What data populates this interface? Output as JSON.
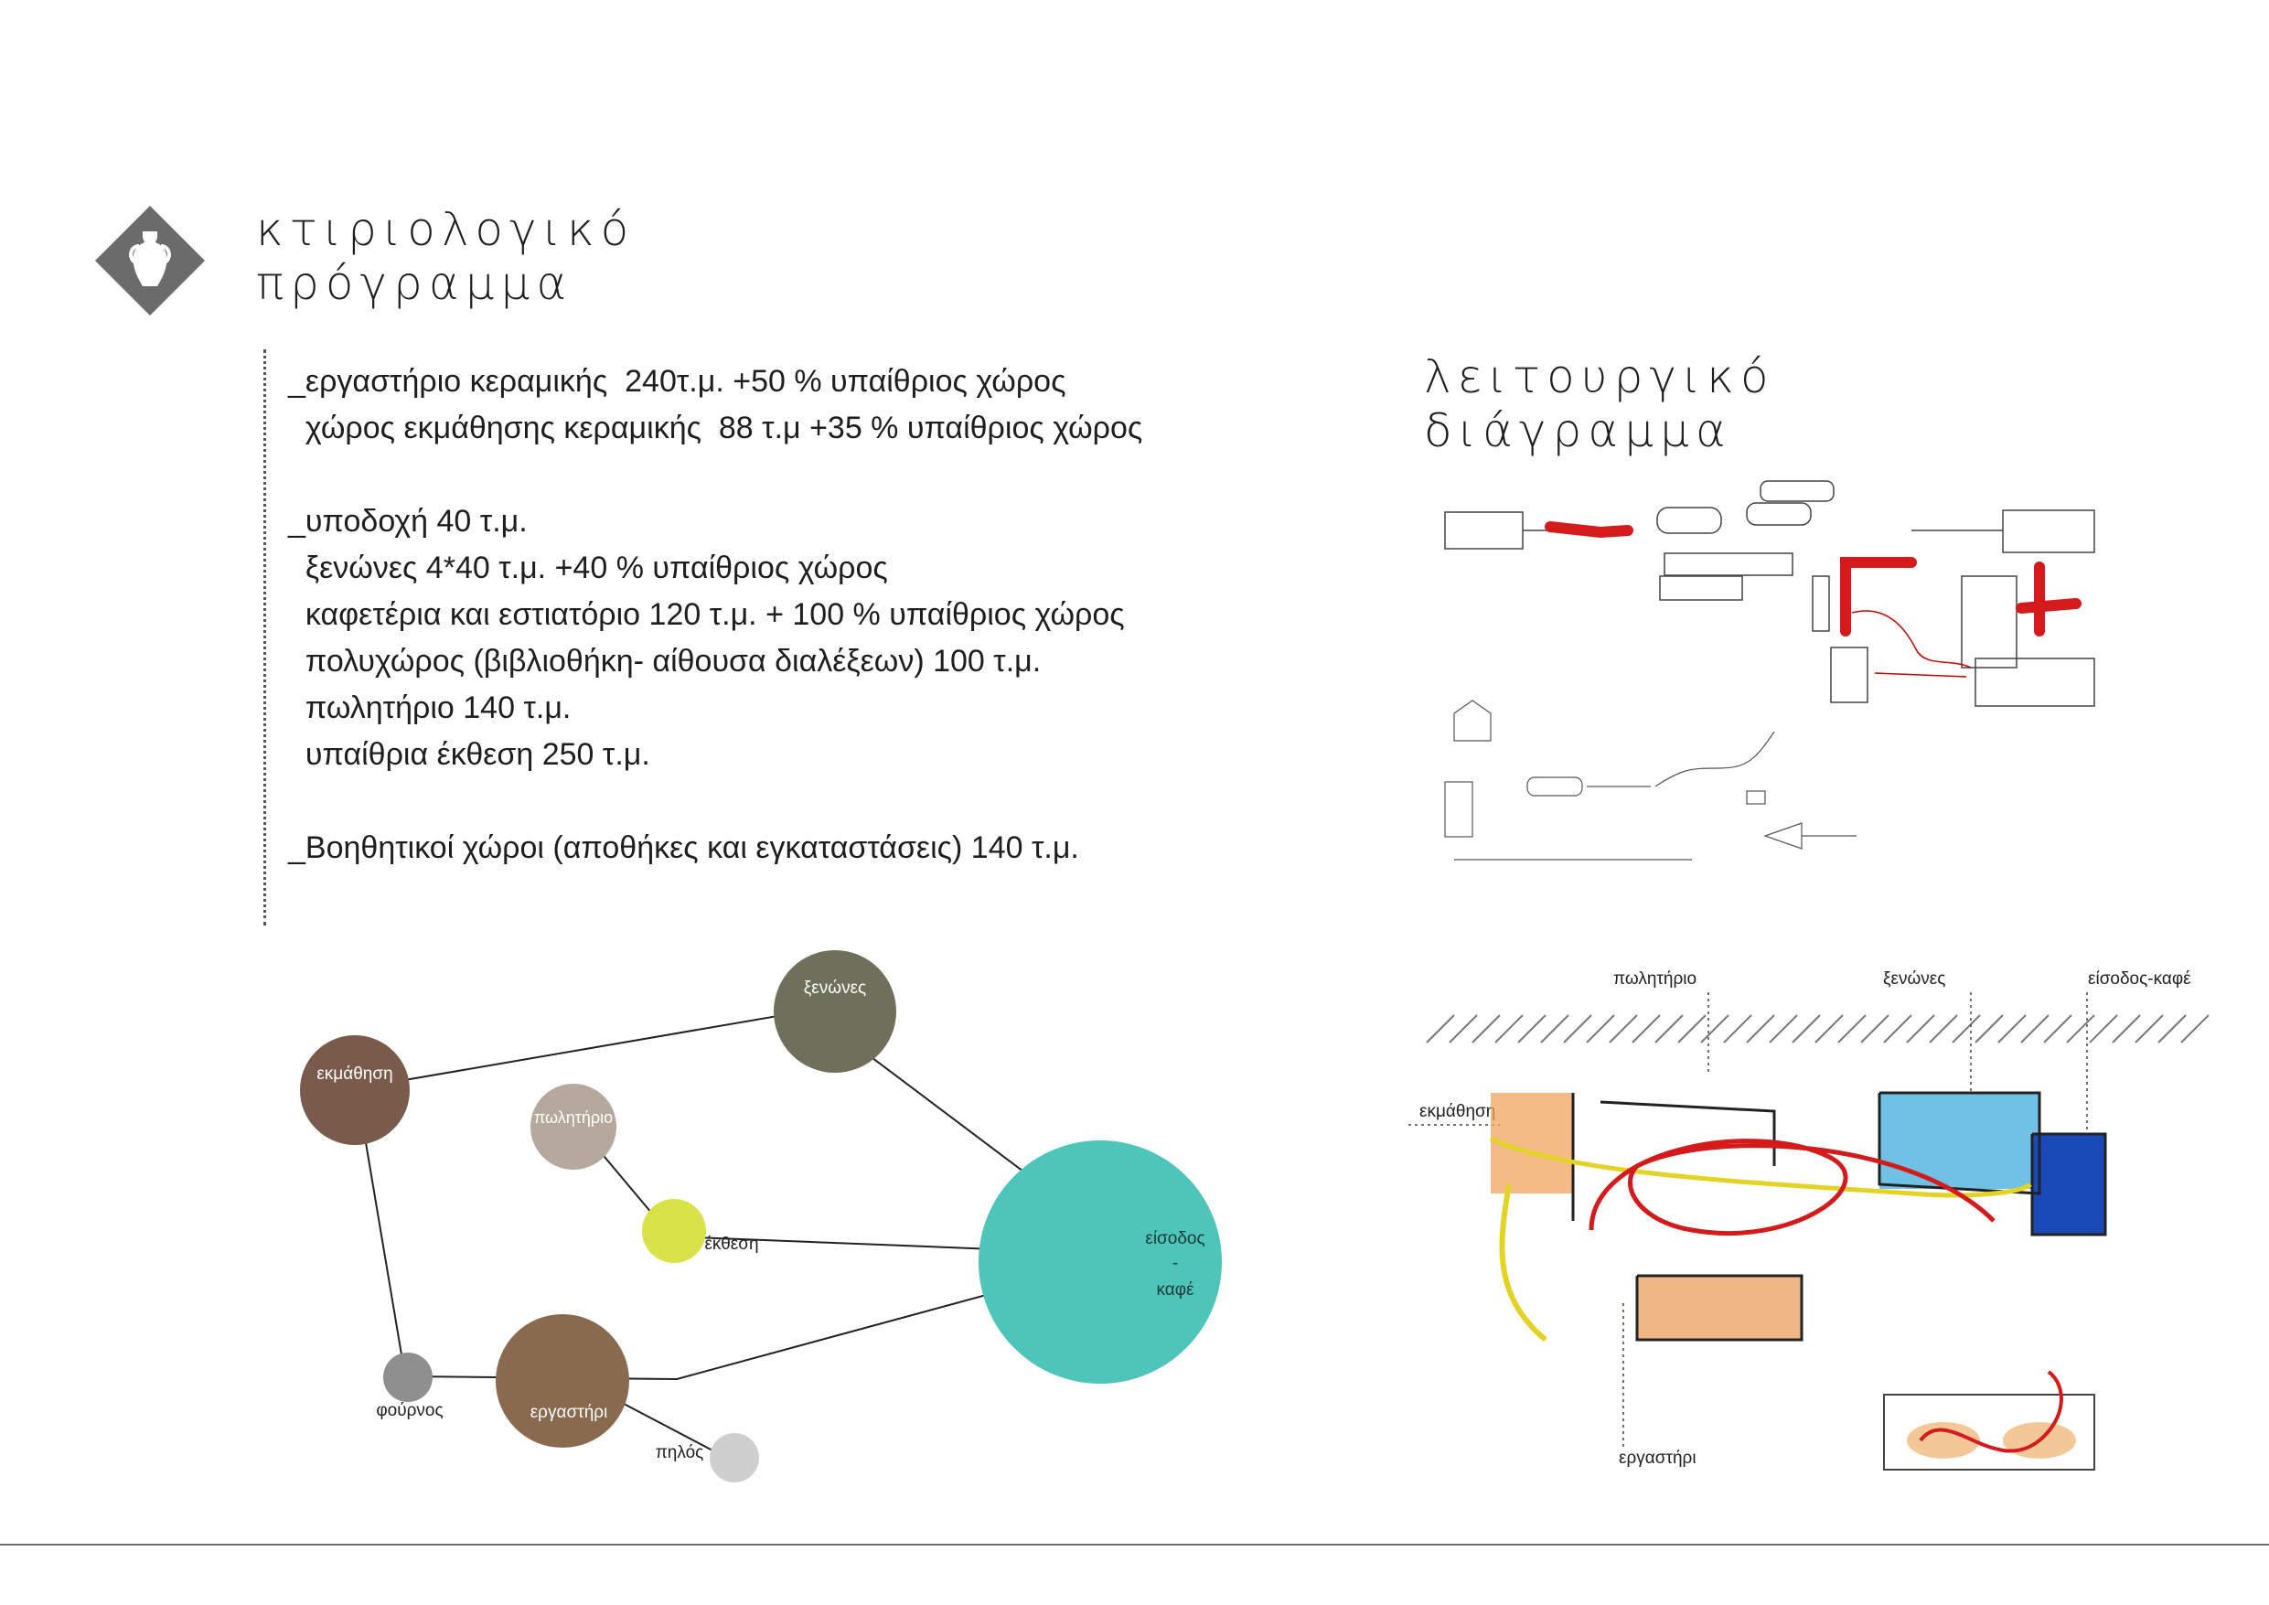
{
  "program": {
    "title_line1": "κτιριολογικό",
    "title_line2": "πρόγραμμα",
    "icon": "amphora-icon",
    "lines": [
      "_εργαστήριο κεραμικής  240τ.μ. +50 % υπαίθριος χώρος",
      "  χώρος εκμάθησης κεραμικής  88 τ.μ +35 % υπαίθριος χώρος",
      "",
      "_υποδοχή 40 τ.μ.",
      "  ξενώνες 4*40 τ.μ. +40 % υπαίθριος χώρος",
      "  καφετέρια και εστιατόριο 120 τ.μ. + 100 % υπαίθριος χώρος",
      "  πολυχώρος (βιβλιοθήκη- αίθουσα διαλέξεων) 100 τ.μ.",
      "  πωλητήριο 140 τ.μ.",
      "  υπαίθρια έκθεση 250 τ.μ.",
      "",
      "_Βοηθητικοί χώροι (αποθήκες και εγκαταστάσεις) 140 τ.μ."
    ]
  },
  "functional": {
    "title_line1": "λειτουργικό",
    "title_line2": "διάγραμμα"
  },
  "bubbles": {
    "ekmathisi": "εκμάθηση",
    "xenones": "ξενώνες",
    "politirio": "πωλητήριο",
    "ekthesi": "έκθεση",
    "eisodos_1": "είσοδος",
    "eisodos_2": "-",
    "eisodos_3": "καφέ",
    "fournos": "φούρνος",
    "ergastiri": "εργαστήρι",
    "pilos": "πηλός"
  },
  "sketch_labels": {
    "politirio": "πωλητήριο",
    "xenones": "ξενώνες",
    "eisodos_kafe": "είσοδος-καφέ",
    "ekmathisi": "εκμάθηση",
    "ergastiri": "εργαστήρι"
  },
  "colors": {
    "icon_diamond": "#6b6b6b",
    "ekmathisi": "#7a5a4a",
    "xenones": "#6e705c",
    "politirio": "#b5a89c",
    "ekthesi": "#d8e34a",
    "eisodos": "#4ec5b9",
    "fournos": "#8f8f8f",
    "ergastiri": "#8a6a4e",
    "pilos": "#cfcfcf"
  }
}
